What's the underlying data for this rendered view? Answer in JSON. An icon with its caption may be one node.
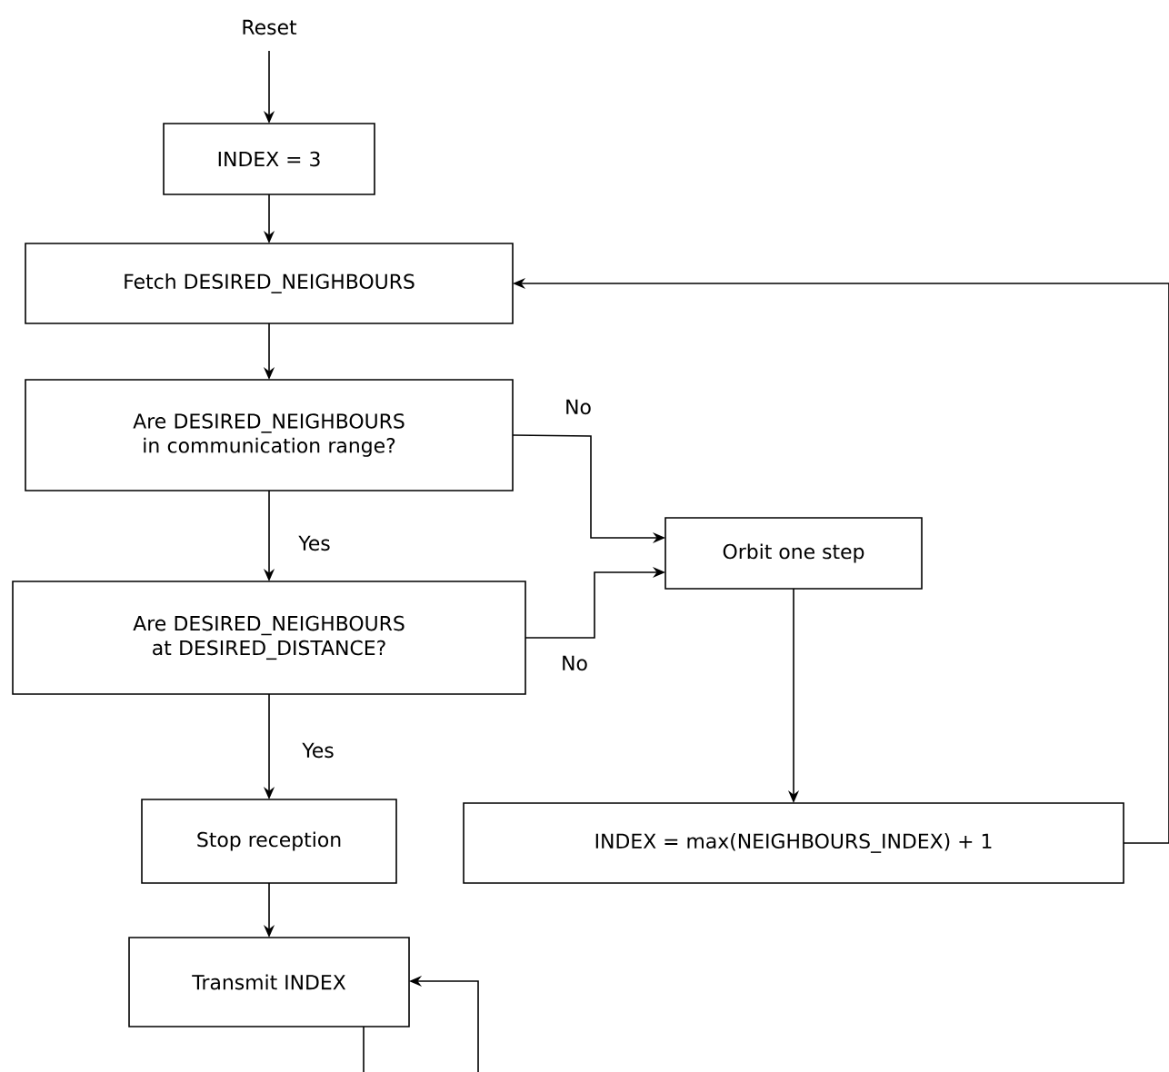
{
  "diagram": {
    "nodes": [
      {
        "text": [
          "Reset"
        ]
      },
      {
        "text": [
          "INDEX = 3"
        ]
      },
      {
        "text": [
          "Fetch DESIRED_NEIGHBOURS"
        ]
      },
      {
        "text": [
          "Are DESIRED_NEIGHBOURS in communication range?"
        ]
      },
      {
        "text": [
          "Orbit one step"
        ]
      },
      {
        "text": [
          "Are DESIRED_NEIGHBOURS at DESIRED_DISTANCE?"
        ]
      },
      {
        "text": [
          "Stop reception"
        ]
      },
      {
        "text": [
          "INDEX = max(NEIGHBOURS_INDEX) + 1"
        ]
      },
      {
        "text": [
          "Transmit INDEX"
        ]
      }
    ],
    "edges": [
      {
        "from": 0,
        "to": 1,
        "arrow": "to"
      },
      {
        "from": 1,
        "to": 2,
        "arrow": "to"
      },
      {
        "from": 2,
        "to": 3,
        "arrow": "to"
      },
      {
        "from": 3,
        "to": 4,
        "arrow": "to",
        "label": "No"
      },
      {
        "from": 3,
        "to": 5,
        "arrow": "to",
        "label": "Yes"
      },
      {
        "from": 5,
        "to": 4,
        "arrow": "to",
        "label": "No"
      },
      {
        "from": 5,
        "to": 6,
        "arrow": "to",
        "label": "Yes"
      },
      {
        "from": 4,
        "to": 7,
        "arrow": "to"
      },
      {
        "from": 7,
        "to": 2,
        "arrow": "to"
      },
      {
        "from": 6,
        "to": 8,
        "arrow": "to"
      },
      {
        "from": 8,
        "to": null,
        "arrow": "none"
      },
      {
        "from": null,
        "to": 8,
        "arrow": "to"
      }
    ]
  }
}
